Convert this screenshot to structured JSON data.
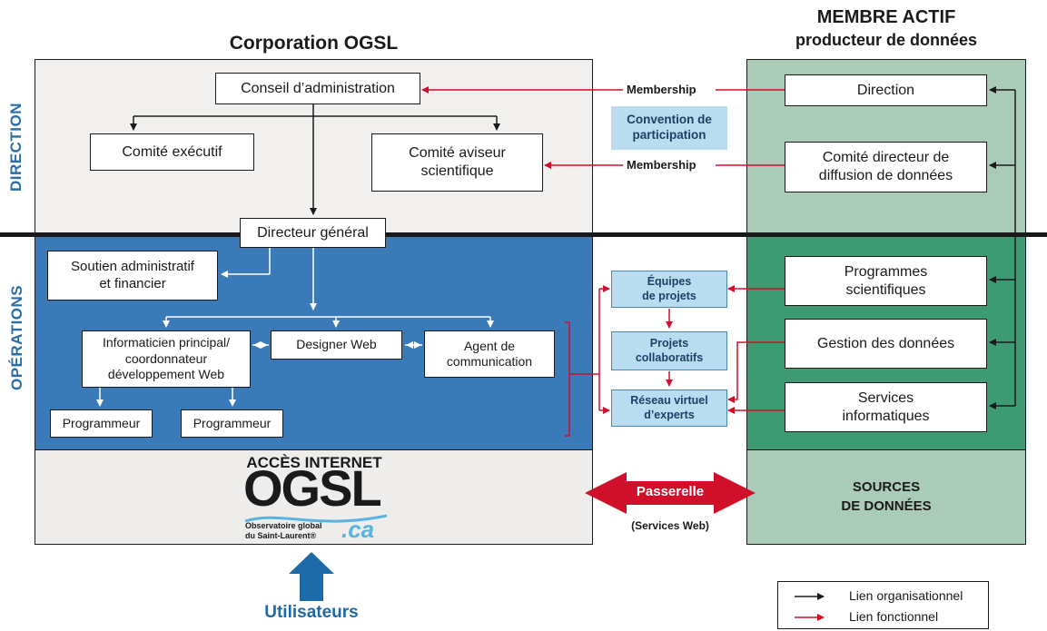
{
  "titles": {
    "corporation": "Corporation OGSL",
    "membre_line1": "MEMBRE ACTIF",
    "membre_line2": "producteur de données"
  },
  "sections": {
    "direction": "DIRECTION",
    "operations": "OPÉRATIONS"
  },
  "ogsl": {
    "conseil": "Conseil d’administration",
    "comite_exec": "Comité exécutif",
    "comite_aviseur_1": "Comité aviseur",
    "comite_aviseur_2": "scientifique",
    "directeur": "Directeur général",
    "soutien_1": "Soutien administratif",
    "soutien_2": "et financier",
    "info_1": "Informaticien principal/",
    "info_2": "coordonnateur",
    "info_3": "développement Web",
    "designer": "Designer Web",
    "agent_1": "Agent de",
    "agent_2": "communication",
    "prog1": "Programmeur",
    "prog2": "Programmeur"
  },
  "middle": {
    "membership1": "Membership",
    "membership2": "Membership",
    "convention_1": "Convention de",
    "convention_2": "participation",
    "equipes_1": "Équipes",
    "equipes_2": "de projets",
    "projets_1": "Projets",
    "projets_2": "collaboratifs",
    "reseau_1": "Réseau virtuel",
    "reseau_2": "d’experts",
    "passerelle": "Passerelle",
    "services_web": "(Services Web)"
  },
  "membre": {
    "direction": "Direction",
    "comite_dir_1": "Comité directeur de",
    "comite_dir_2": "diffusion de données",
    "programmes_1": "Programmes",
    "programmes_2": "scientifiques",
    "gestion": "Gestion des données",
    "services_1": "Services",
    "services_2": "informatiques",
    "sources_1": "SOURCES",
    "sources_2": "DE DONNÉES"
  },
  "acces": {
    "title": "ACCÈS INTERNET",
    "logo_text": "OGSL",
    "logo_sub1": "Observatoire global",
    "logo_sub2": "du Saint-Laurent®",
    "logo_ca": ".ca",
    "users": "Utilisateurs"
  },
  "legend": {
    "organisationnel": "Lien organisationnel",
    "fonctionnel": "Lien fonctionnel"
  },
  "colors": {
    "ops_blue": "#3a7ab8",
    "dir_gray": "#f1f0ee",
    "membre_green_light": "#a9cbb8",
    "membre_green_dark": "#3e9a73",
    "functional_red": "#d0102a",
    "label_blue": "#2a6ea8"
  }
}
